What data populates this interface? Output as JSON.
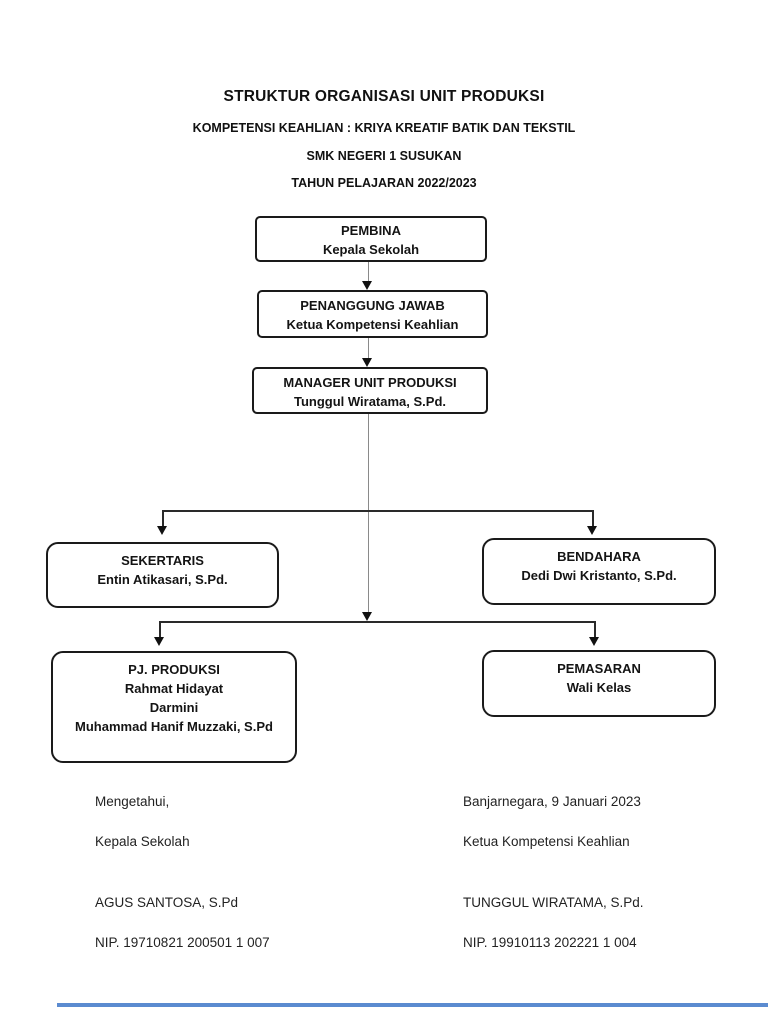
{
  "header": {
    "title": "STRUKTUR ORGANISASI UNIT PRODUKSI",
    "subtitle1": "KOMPETENSI KEAHLIAN : KRIYA KREATIF BATIK DAN TEKSTIL",
    "subtitle2": "SMK NEGERI 1 SUSUKAN",
    "subtitle3": "TAHUN PELAJARAN 2022/2023"
  },
  "org": {
    "nodes": [
      {
        "id": "pembina",
        "title": "PEMBINA",
        "lines": [
          "Kepala Sekolah"
        ]
      },
      {
        "id": "penanggung-jawab",
        "title": "PENANGGUNG JAWAB",
        "lines": [
          "Ketua Kompetensi Keahlian"
        ]
      },
      {
        "id": "manager",
        "title": "MANAGER UNIT PRODUKSI",
        "lines": [
          "Tunggul Wiratama, S.Pd."
        ]
      },
      {
        "id": "sekertaris",
        "title": "SEKERTARIS",
        "lines": [
          "Entin Atikasari, S.Pd."
        ]
      },
      {
        "id": "bendahara",
        "title": "BENDAHARA",
        "lines": [
          "Dedi Dwi Kristanto, S.Pd."
        ]
      },
      {
        "id": "pj-produksi",
        "title": "PJ. PRODUKSI",
        "lines": [
          "Rahmat Hidayat",
          "Darmini",
          "Muhammad Hanif Muzzaki, S.Pd"
        ]
      },
      {
        "id": "pemasaran",
        "title": "PEMASARAN",
        "lines": [
          "Wali Kelas"
        ]
      }
    ],
    "edges": [
      "pembina -> penanggung-jawab",
      "penanggung-jawab -> manager",
      "manager -> sekertaris",
      "manager -> bendahara",
      "manager -> pj-produksi",
      "manager -> pemasaran"
    ]
  },
  "signatures": {
    "left": {
      "line1": "Mengetahui,",
      "line2": "Kepala Sekolah",
      "name": "AGUS SANTOSA, S.Pd",
      "nip": "NIP. 19710821 200501 1 007"
    },
    "right": {
      "line1": "Banjarnegara, 9 Januari 2023",
      "line2": "Ketua Kompetensi Keahlian",
      "name": "TUNGGUL WIRATAMA, S.Pd.",
      "nip": "NIP. 19910113 202221 1 004"
    }
  },
  "colors": {
    "box_border": "#1a1a1a",
    "connector": "#2a2a2a",
    "bottom_rule": "#5b8bd0"
  }
}
